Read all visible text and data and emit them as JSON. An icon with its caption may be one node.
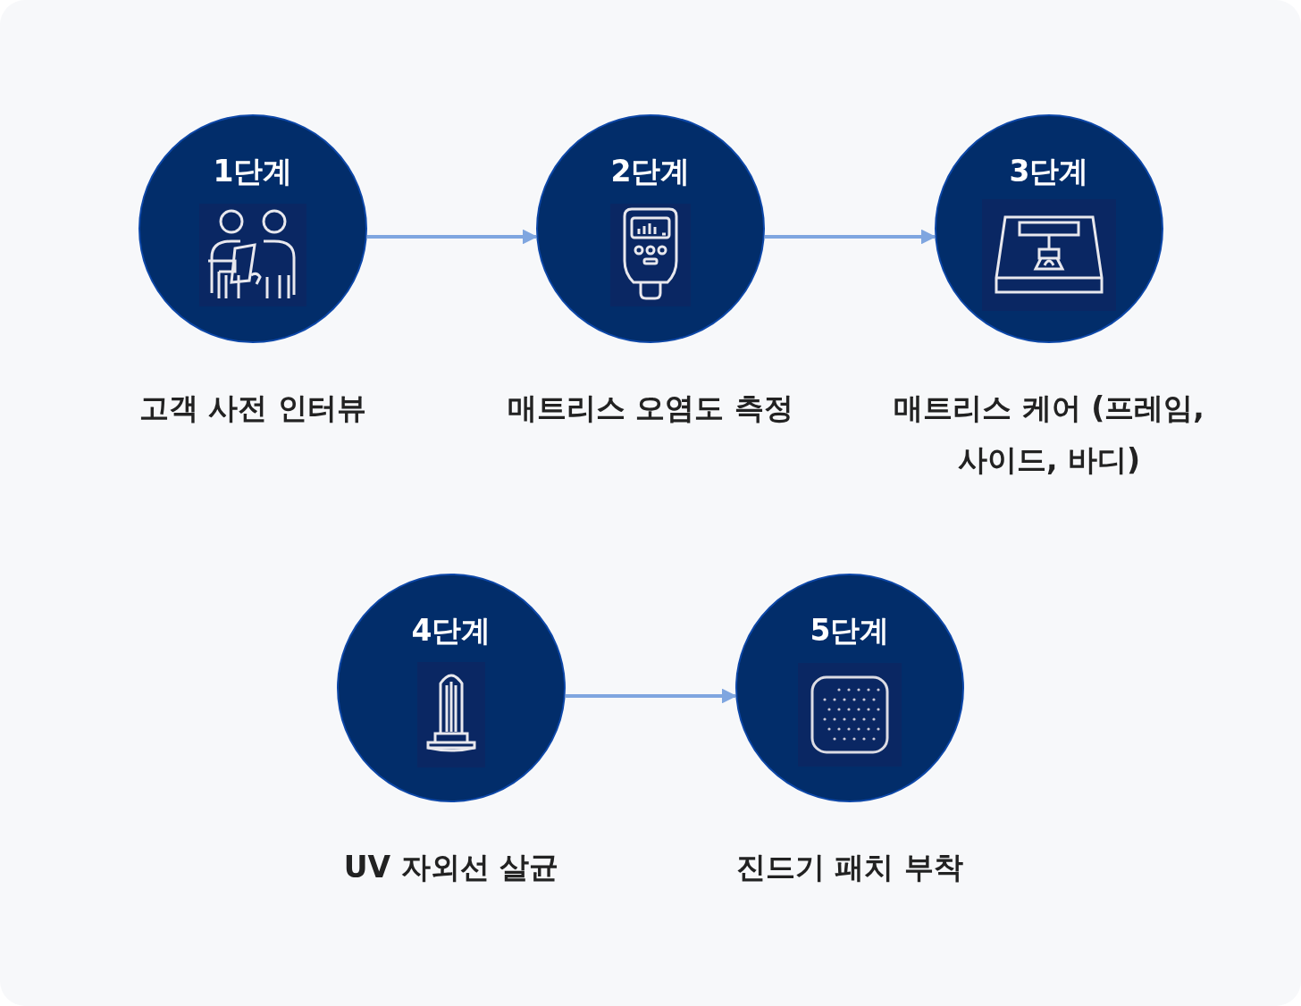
{
  "diagram": {
    "nodes": [
      {
        "text": [
          "1단계"
        ],
        "beside": [
          "고객 사전 인터뷰"
        ]
      },
      {
        "text": [
          "2단계"
        ],
        "beside": [
          "매트리스 오염도 측정"
        ]
      },
      {
        "text": [
          "3단계"
        ],
        "beside": [
          "매트리스 케어 (프레임, 사이드, 바디)"
        ]
      },
      {
        "text": [
          "4단계"
        ],
        "beside": [
          "UV 자외선 살균"
        ]
      },
      {
        "text": [
          "5단계"
        ],
        "beside": [
          "진드기 패치 부착"
        ]
      }
    ],
    "edges": [
      {
        "from": 0,
        "to": 1,
        "arrow": "to"
      },
      {
        "from": 1,
        "to": 2,
        "arrow": "to"
      },
      {
        "from": 3,
        "to": 4,
        "arrow": "to"
      }
    ]
  }
}
